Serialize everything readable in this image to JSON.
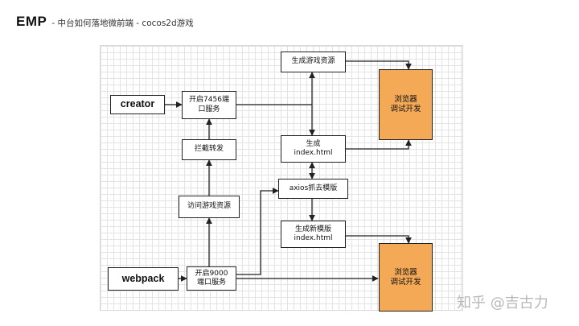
{
  "header": {
    "brand": "EMP",
    "subtitle": "- 中台如何落地微前端 - cocos2d游戏"
  },
  "diagram": {
    "nodes": {
      "creator": "creator",
      "port7456": "开启7456端\n口服务",
      "intercept": "拦截转发",
      "access_assets": "访问游戏资源",
      "webpack": "webpack",
      "port9000": "开启9000\n端口服务",
      "gen_assets": "生成游戏资源",
      "gen_index": "生成\nindex.html",
      "axios": "axios抓去模版",
      "gen_new": "生成新模版\nindex.html",
      "browser_top": "浏览器\n调试开发",
      "browser_bottom": "浏览器\n调试开发"
    },
    "colors": {
      "box_fill": "#ffffff",
      "browser_fill": "#f4a957",
      "line": "#222222"
    }
  },
  "watermark": "知乎 @吉古力"
}
